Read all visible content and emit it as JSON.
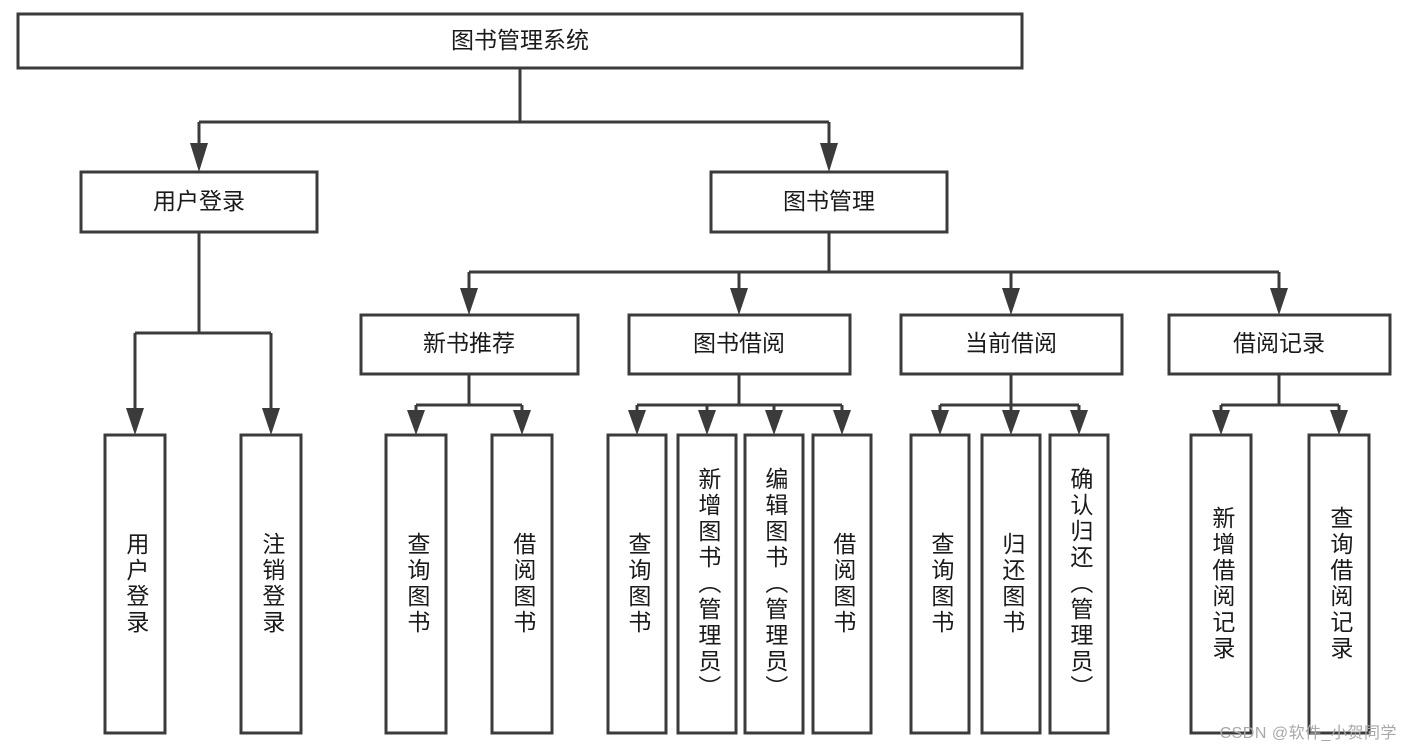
{
  "diagram": {
    "title": "图书管理系统",
    "watermark": "CSDN @软件_小贺同学",
    "colors": {
      "stroke": "#3b3b3b",
      "fill": "#ffffff",
      "text": "#1a1a1a",
      "watermark": "#a8a8a8",
      "background": "#ffffff"
    },
    "levels": {
      "root": "图书管理系统",
      "level2": [
        "用户登录",
        "图书管理"
      ],
      "level3": [
        "新书推荐",
        "图书借阅",
        "当前借阅",
        "借阅记录"
      ]
    },
    "nodes": {
      "root": {
        "label": "图书管理系统",
        "orientation": "horizontal"
      },
      "user_login": {
        "label": "用户登录",
        "orientation": "horizontal"
      },
      "book_manage": {
        "label": "图书管理",
        "orientation": "horizontal"
      },
      "new_book_rec": {
        "label": "新书推荐",
        "orientation": "horizontal"
      },
      "book_borrow": {
        "label": "图书借阅",
        "orientation": "horizontal"
      },
      "current_borrow": {
        "label": "当前借阅",
        "orientation": "horizontal"
      },
      "borrow_record": {
        "label": "借阅记录",
        "orientation": "horizontal"
      },
      "leaf_user_login": {
        "label": "用户登录",
        "orientation": "vertical"
      },
      "leaf_logout": {
        "label": "注销登录",
        "orientation": "vertical"
      },
      "leaf_query_book_1": {
        "label": "查询图书",
        "orientation": "vertical"
      },
      "leaf_borrow_book_1": {
        "label": "借阅图书",
        "orientation": "vertical"
      },
      "leaf_query_book_2": {
        "label": "查询图书",
        "orientation": "vertical"
      },
      "leaf_add_book": {
        "label": "新增图书（管理员）",
        "orientation": "vertical"
      },
      "leaf_edit_book": {
        "label": "编辑图书（管理员）",
        "orientation": "vertical"
      },
      "leaf_borrow_book_2": {
        "label": "借阅图书",
        "orientation": "vertical"
      },
      "leaf_query_book_3": {
        "label": "查询图书",
        "orientation": "vertical"
      },
      "leaf_return_book": {
        "label": "归还图书",
        "orientation": "vertical"
      },
      "leaf_confirm_return": {
        "label": "确认归还（管理员）",
        "orientation": "vertical"
      },
      "leaf_add_record": {
        "label": "新增借阅记录",
        "orientation": "vertical"
      },
      "leaf_query_record": {
        "label": "查询借阅记录",
        "orientation": "vertical"
      }
    },
    "edges": [
      {
        "from": "root",
        "to": "用户登录"
      },
      {
        "from": "root",
        "to": "图书管理"
      },
      {
        "from": "用户登录",
        "to": "用户登录(叶)"
      },
      {
        "from": "用户登录",
        "to": "注销登录"
      },
      {
        "from": "图书管理",
        "to": "新书推荐"
      },
      {
        "from": "图书管理",
        "to": "图书借阅"
      },
      {
        "from": "图书管理",
        "to": "当前借阅"
      },
      {
        "from": "图书管理",
        "to": "借阅记录"
      },
      {
        "from": "新书推荐",
        "to": "查询图书"
      },
      {
        "from": "新书推荐",
        "to": "借阅图书"
      },
      {
        "from": "图书借阅",
        "to": "查询图书"
      },
      {
        "from": "图书借阅",
        "to": "新增图书（管理员）"
      },
      {
        "from": "图书借阅",
        "to": "编辑图书（管理员）"
      },
      {
        "from": "图书借阅",
        "to": "借阅图书"
      },
      {
        "from": "当前借阅",
        "to": "查询图书"
      },
      {
        "from": "当前借阅",
        "to": "归还图书"
      },
      {
        "from": "当前借阅",
        "to": "确认归还（管理员）"
      },
      {
        "from": "借阅记录",
        "to": "新增借阅记录"
      },
      {
        "from": "借阅记录",
        "to": "查询借阅记录"
      }
    ]
  }
}
